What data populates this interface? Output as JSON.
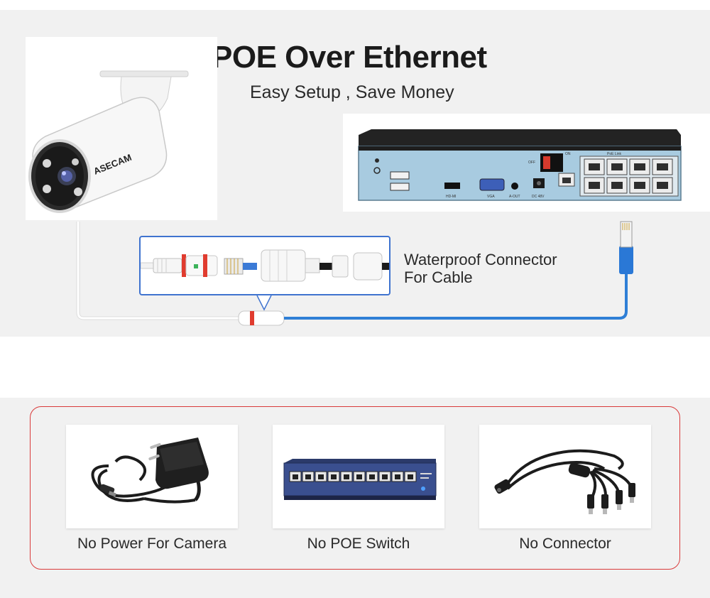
{
  "header": {
    "title": "POE Over Ethernet",
    "subtitle": "Easy Setup , Save Money"
  },
  "camera": {
    "brand": "ASECAM",
    "icon": "bullet-camera-icon"
  },
  "nvr": {
    "icon": "nvr-recorder-icon",
    "panel_labels": {
      "off": "OFF",
      "on": "ON",
      "hdmi": "HD-MI",
      "vga": "VGA",
      "audio": "A-OUT",
      "dc": "DC 48V",
      "poe_link": "PoE Link"
    }
  },
  "connector": {
    "label_line1": "Waterproof Connector",
    "label_line2": "For Cable",
    "icon": "waterproof-connector-icon"
  },
  "features": [
    {
      "label": "No Power For Camera",
      "icon": "power-adapter-icon"
    },
    {
      "label": "No POE Switch",
      "icon": "poe-switch-icon"
    },
    {
      "label": "No Connector",
      "icon": "splitter-cable-icon"
    }
  ],
  "colors": {
    "accent_blue": "#3f73cf",
    "cable_blue": "#2f7fd6",
    "frame_red": "#d93a3a",
    "nvr_panel": "#a8cbe0"
  }
}
